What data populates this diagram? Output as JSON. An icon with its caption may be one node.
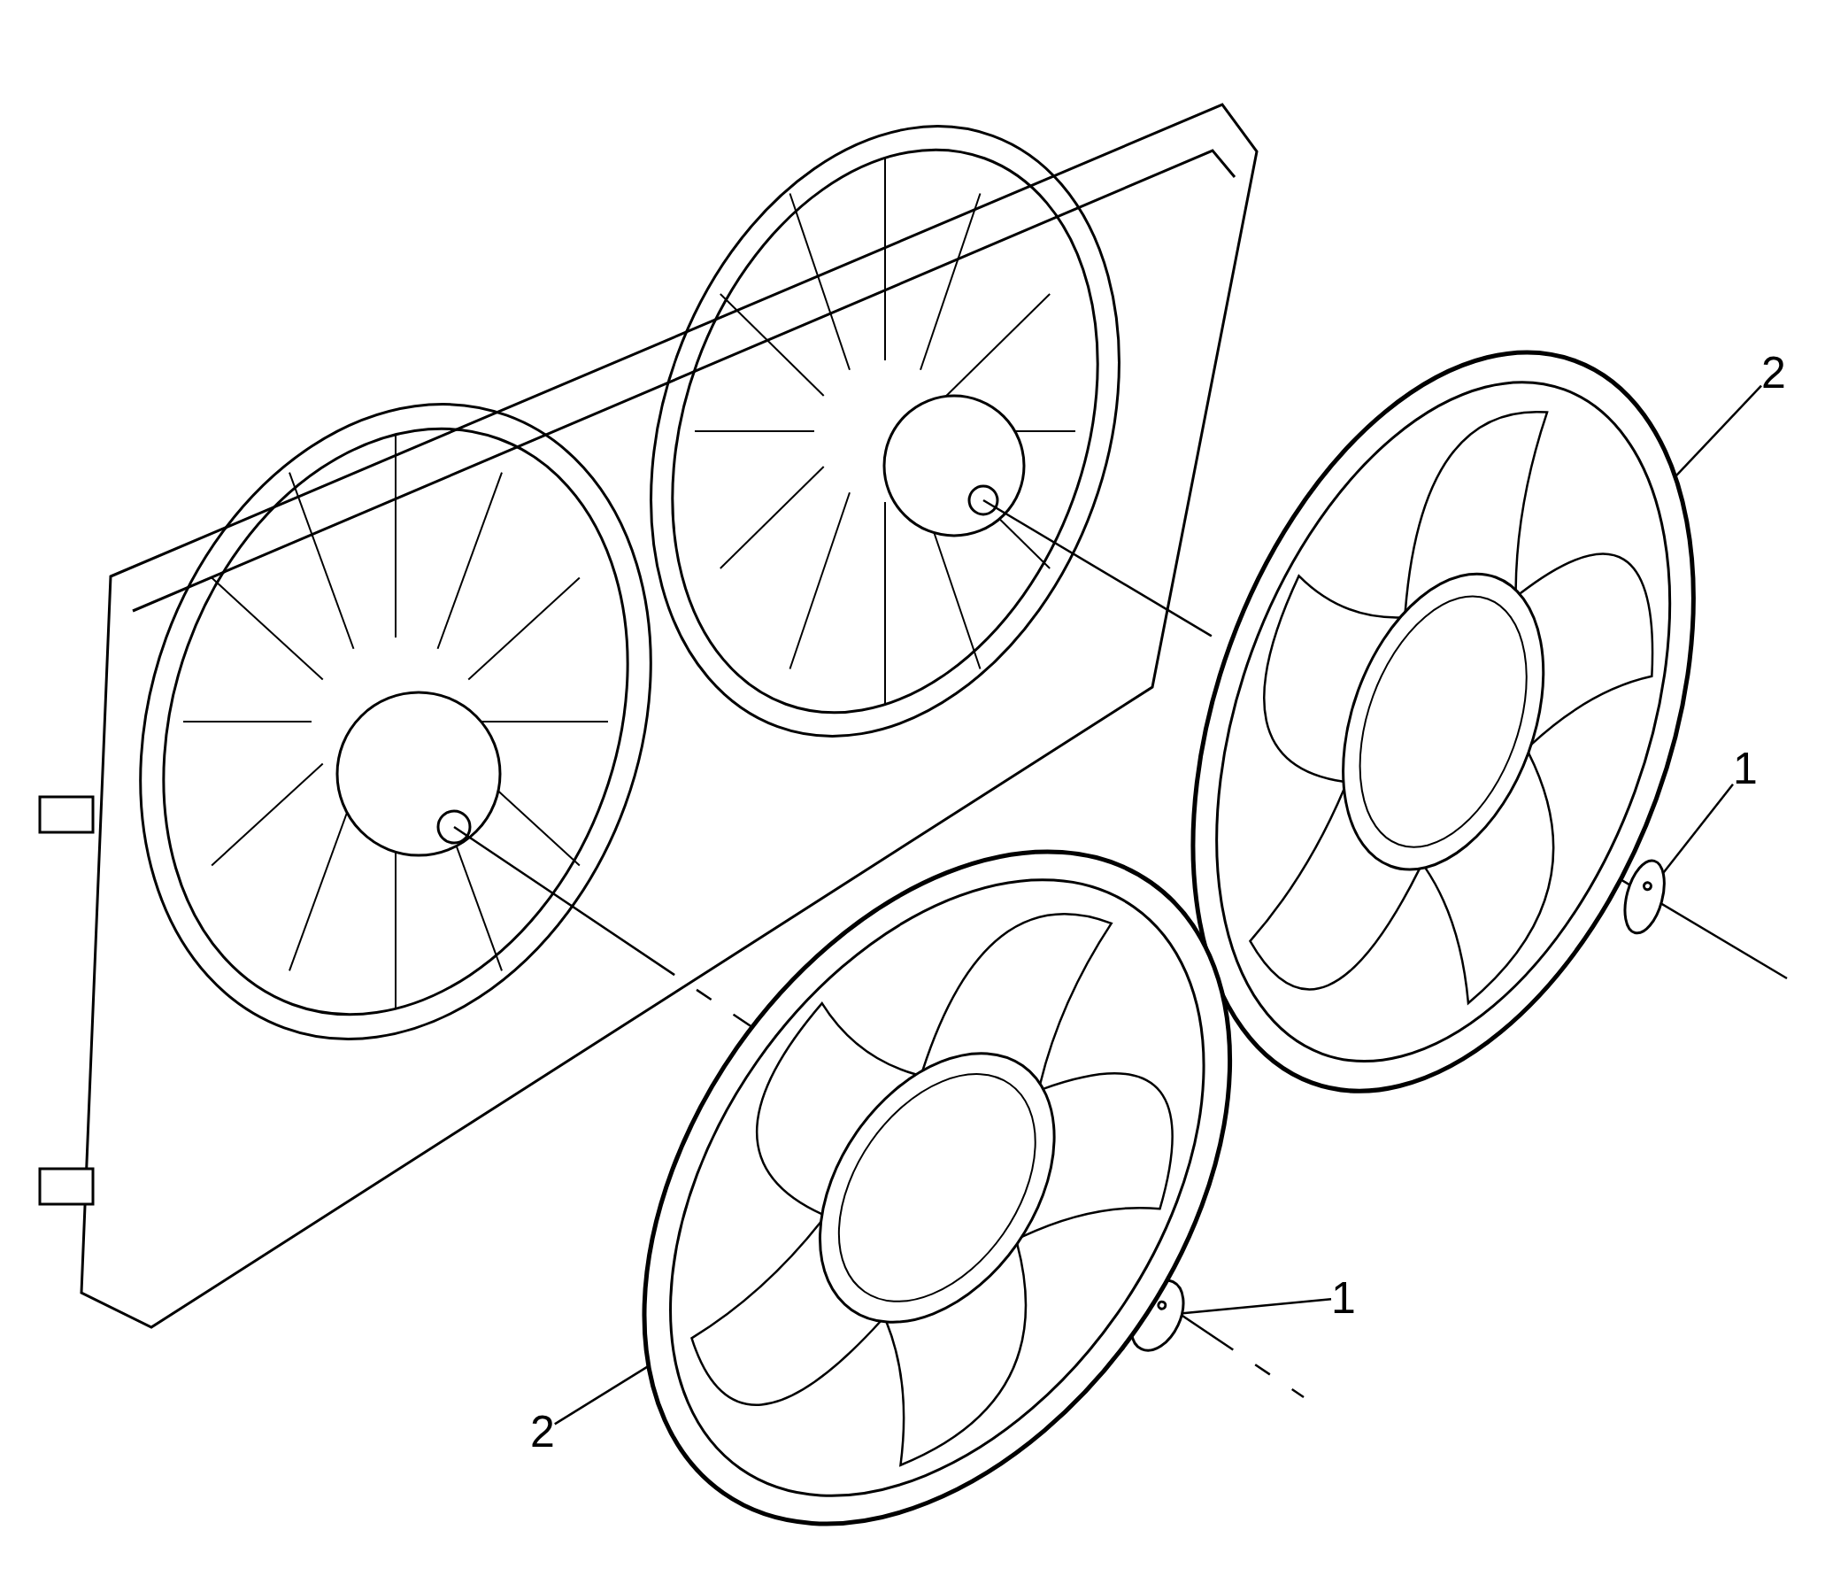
{
  "diagram": {
    "nodes": [
      {
        "text": [
          "2"
        ]
      },
      {
        "text": [],
        "shape": "picture"
      },
      {
        "text": [
          "1"
        ]
      },
      {
        "text": [],
        "shape": "circle"
      },
      {
        "text": [
          "1"
        ]
      },
      {
        "text": [],
        "shape": "circle"
      },
      {
        "text": [
          "2"
        ]
      },
      {
        "text": [],
        "shape": "picture"
      }
    ],
    "edges": [
      {
        "from": 0,
        "to": 1,
        "arrow": "none"
      },
      {
        "from": 2,
        "to": 3,
        "arrow": "none"
      },
      {
        "from": 4,
        "to": 5,
        "arrow": "none"
      },
      {
        "from": 6,
        "to": 7,
        "arrow": "none"
      }
    ]
  }
}
